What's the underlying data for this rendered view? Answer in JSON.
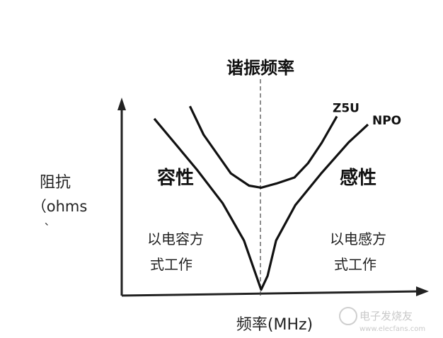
{
  "chart_data": {
    "type": "line",
    "title": "谐振频率",
    "xlabel": "频率(MHz)",
    "ylabel_line1": "阻抗",
    "ylabel_line2": "（ohms",
    "ylabel_line3": "、",
    "series": [
      {
        "name": "Z5U",
        "x": [
          0.03,
          0.12,
          0.3,
          0.42,
          0.5,
          0.6,
          0.72,
          0.81,
          0.9,
          1.0
        ],
        "y": [
          0.93,
          0.79,
          0.6,
          0.54,
          0.53,
          0.55,
          0.58,
          0.65,
          0.75,
          0.88
        ]
      },
      {
        "name": "NPO",
        "x": [
          0.0,
          0.1,
          0.2,
          0.32,
          0.42,
          0.5,
          0.53,
          0.57,
          0.66,
          0.78,
          0.91,
          1.0
        ],
        "y": [
          0.9,
          0.77,
          0.64,
          0.47,
          0.28,
          0.03,
          0.1,
          0.28,
          0.46,
          0.62,
          0.78,
          0.87
        ]
      }
    ],
    "annotations": {
      "left_region": "容性",
      "right_region": "感性",
      "left_note_1": "以电容方",
      "left_note_2": "式工作",
      "right_note_1": "以电感方",
      "right_note_2": "式工作"
    },
    "grid": false
  },
  "watermark": "电子发烧友",
  "watermark_url": "www.elecfans.com"
}
